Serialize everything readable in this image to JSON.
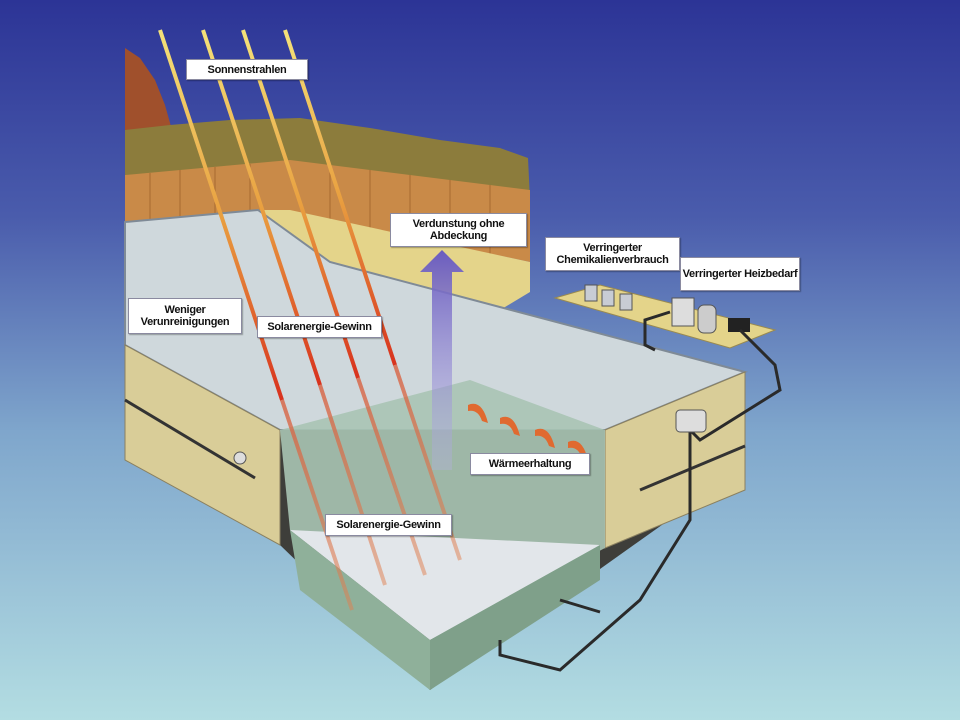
{
  "labels": {
    "sun_rays": "Sonnenstrahlen",
    "evaporation": "Verdunstung ohne Abdeckung",
    "chemicals": "Verringerter Chemikalienverbrauch",
    "heating": "Verringerter Heizbedarf",
    "less_dirt": "Weniger Verunreinigungen",
    "solar_gain_top": "Solarenergie-Gewinn",
    "heat_retention": "Wärmeerhaltung",
    "solar_gain_bottom": "Solarenergie-Gewinn"
  },
  "colors": {
    "sky_top": "#2c3496",
    "sky_bottom": "#b3dde2",
    "ray_start": "#f4e27a",
    "ray_end": "#d8321e",
    "evaporation_arrow": "#7a6cc8"
  }
}
